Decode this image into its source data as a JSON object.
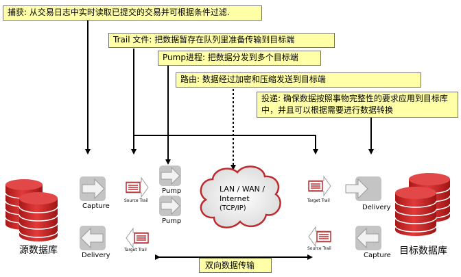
{
  "callouts": {
    "capture": "捕获: 从交易日志中实时读取已提交的交易并可根据条件过滤.",
    "trail": "Trail 文件: 把数据暂存在队列里准备传输到目标端",
    "pump": "Pump进程: 把数据分发到多个目标端",
    "route": "路由: 数据经过加密和压缩发送到目标端",
    "delivery": "投递: 确保数据按照事物完整性的要求应用到目标库中，并且可以根据需要进行数据转换"
  },
  "labels": {
    "source_db": "源数据库",
    "target_db": "目标数据库",
    "capture_left": "Capture",
    "delivery_left": "Delivery",
    "source_trail_top": "Source Trail",
    "target_trail_bottom_left": "Target Trail",
    "pump_1": "Pump",
    "pump_2": "Pump",
    "target_trail_right": "Target Trail",
    "source_trail_right": "Source Trail",
    "delivery_right": "Delivery",
    "capture_right": "Capture",
    "bidirectional": "双向数据传输"
  },
  "cloud": {
    "line1": "LAN / WAN /",
    "line2": "Internet",
    "line3": "(TCP/IP)"
  },
  "colors": {
    "callout_bg": "#ffffa8",
    "db_red": "#d42a2a",
    "arrow_grey": "#b8b8b8",
    "cloud_red": "#c0282b"
  }
}
